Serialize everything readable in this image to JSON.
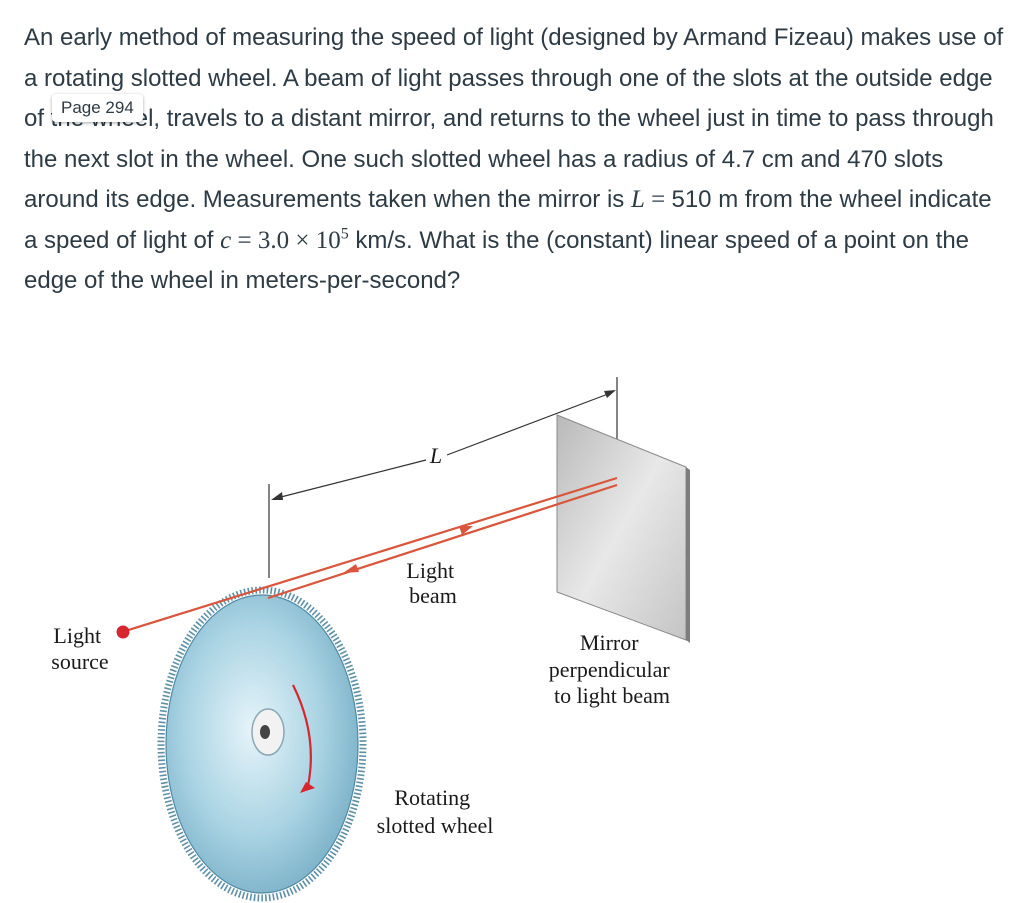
{
  "problem": {
    "part1": "An early method of measuring the speed of light (designed by Armand Fizeau) makes use of a rotating slotted wheel. A beam of light passes through one of the slots at the outside edge of the wheel, travels to a distant mirror, and returns to the wheel just in time to pass through the next slot in the wheel. One such slotted wheel has a radius of 4.7 cm and 470 slots around its edge. Measurements taken when the mirror is ",
    "L_symbol": "L",
    "L_equals": " = ",
    "part2": "510 m from the wheel indicate a speed of light of ",
    "c_symbol": "c",
    "c_equals": " = 3.0 × 10",
    "c_exponent": "5",
    "part3": " km/s. What is the (constant) linear speed of a point on the edge of the wheel in meters-per-second?"
  },
  "page_badge": "Page 294",
  "figure": {
    "distance_label": "L",
    "light_beam_label": [
      "Light",
      "beam"
    ],
    "light_source_label": [
      "Light",
      "source"
    ],
    "mirror_label": [
      "Mirror",
      "perpendicular",
      "to light beam"
    ],
    "wheel_label": [
      "Rotating",
      "slotted wheel"
    ],
    "colors": {
      "beam": "#d9553b",
      "source_dot": "#d7262d",
      "wheel": "#9fcbdc",
      "mirror": "#cfcfcf"
    }
  }
}
